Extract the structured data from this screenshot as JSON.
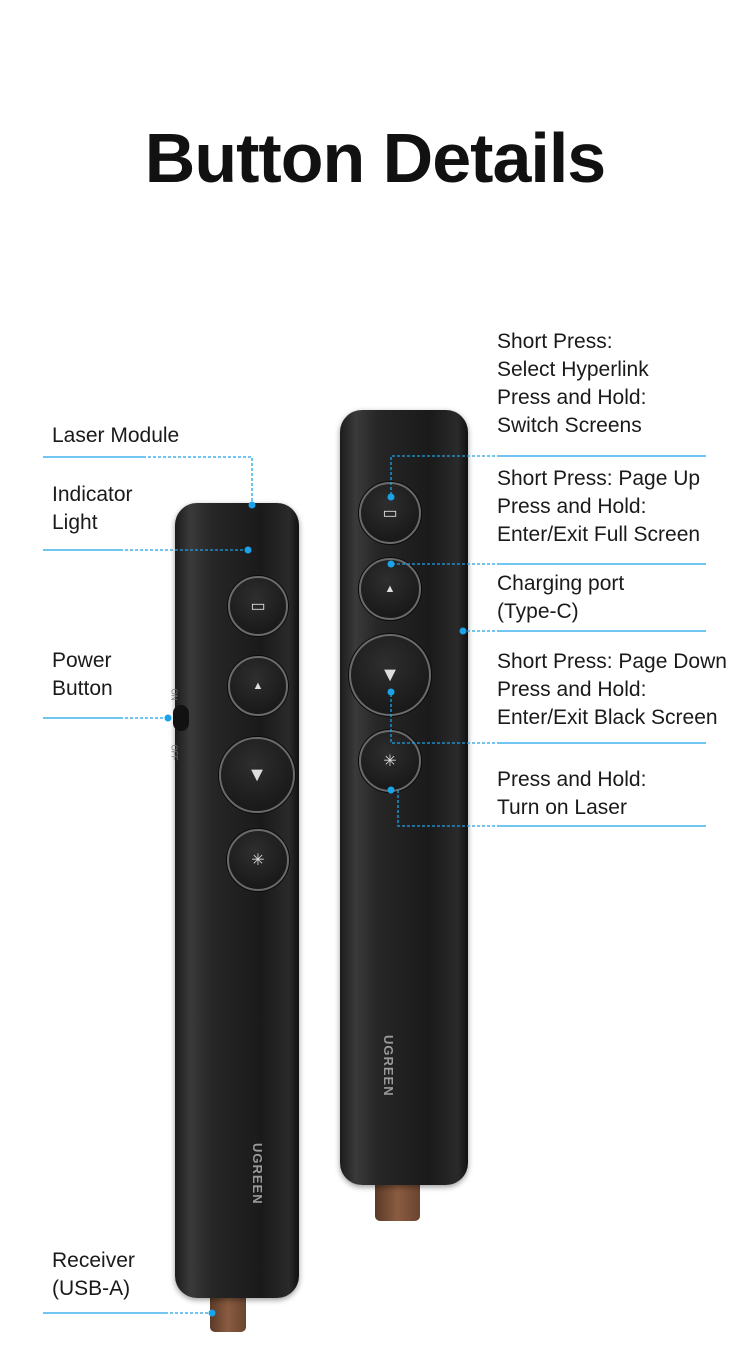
{
  "title": "Button Details",
  "left_labels": {
    "laser_module": "Laser Module",
    "indicator_light": [
      "Indicator",
      "Light"
    ],
    "power_button": [
      "Power",
      "Button"
    ],
    "receiver": [
      "Receiver",
      "(USB-A)"
    ]
  },
  "right_labels": {
    "hyperlink": [
      "Short Press:",
      "Select Hyperlink",
      "Press and Hold:",
      "Switch Screens"
    ],
    "page_up": [
      "Short Press: Page Up",
      "Press and Hold:",
      "Enter/Exit Full Screen"
    ],
    "charging": [
      "Charging port",
      "(Type-C)"
    ],
    "page_down": [
      "Short Press: Page Down",
      "Press and Hold:",
      "Enter/Exit Black Screen"
    ],
    "laser": [
      "Press and Hold:",
      "Turn on Laser"
    ]
  },
  "switch": {
    "on": "ON",
    "off": "OFF"
  },
  "brand": "UGREEN",
  "colors": {
    "accent": "#1aa3e8"
  }
}
